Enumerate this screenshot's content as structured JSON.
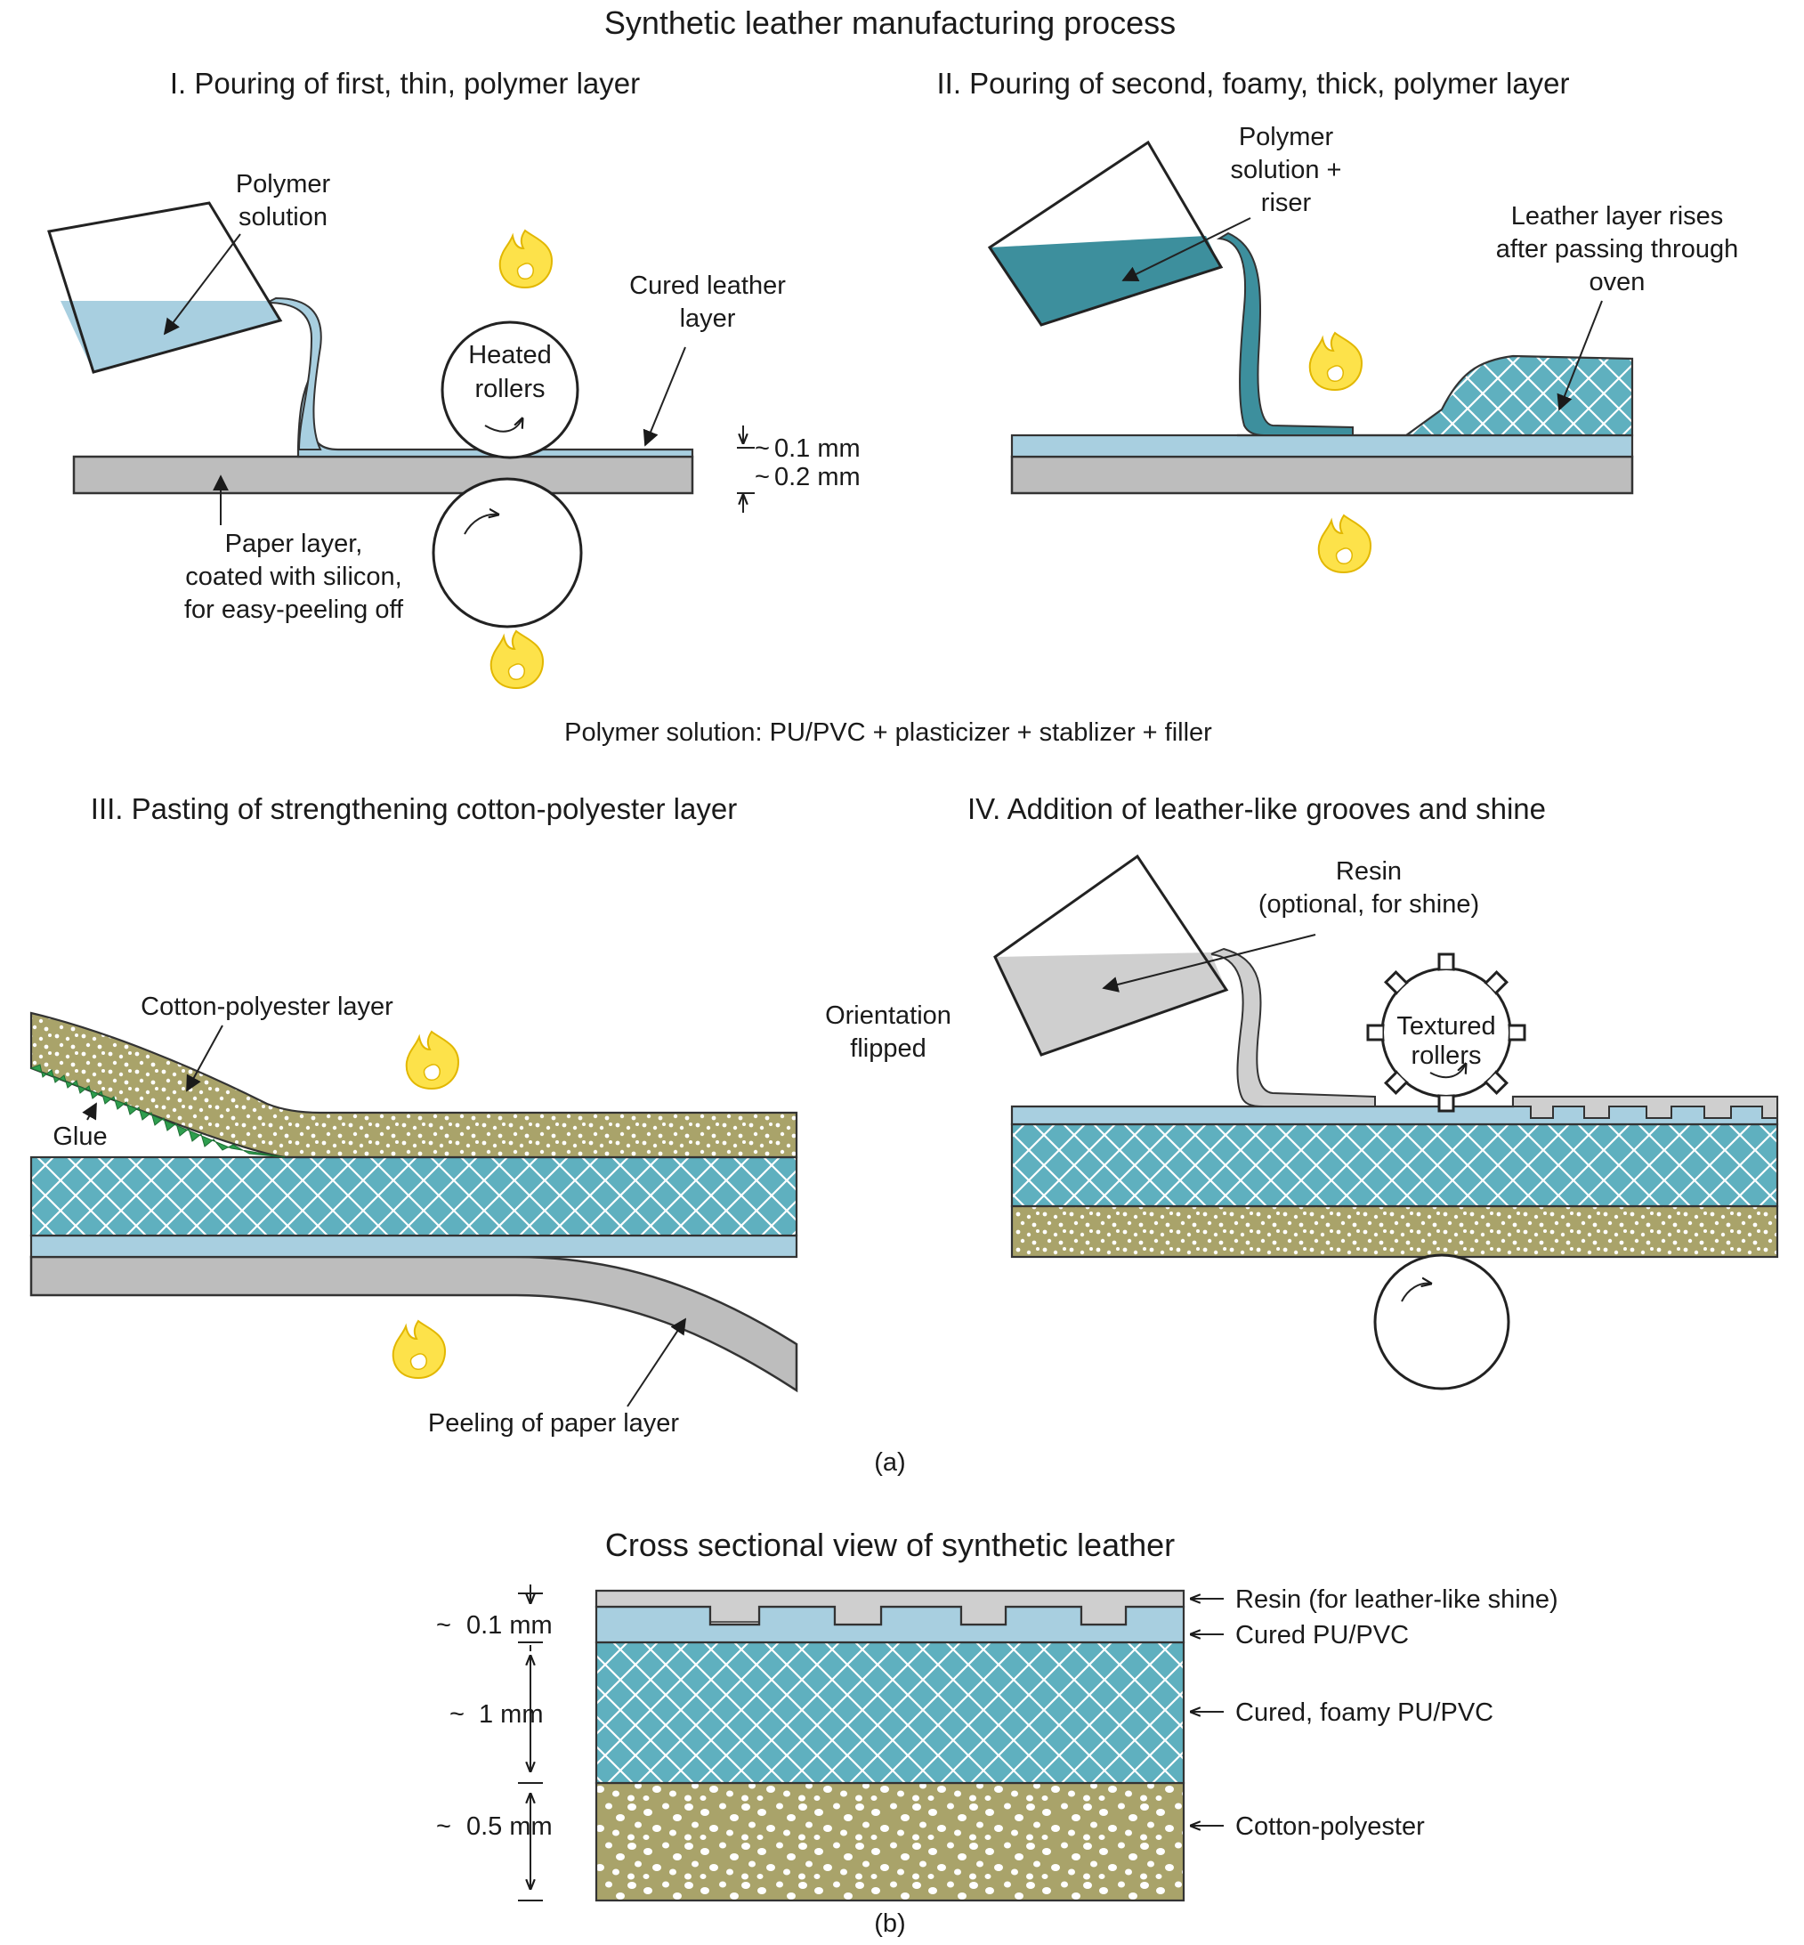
{
  "title": "Synthetic leather manufacturing process",
  "panels": {
    "p1": {
      "heading": "I. Pouring of first, thin, polymer layer",
      "polymer_solution": [
        "Polymer",
        "solution"
      ],
      "heated_rollers": [
        "Heated",
        "rollers"
      ],
      "cured_leather_layer": [
        "Cured leather",
        "layer"
      ],
      "dim_top": "0.1 mm",
      "dim_bottom": "0.2 mm",
      "paper_layer": [
        "Paper layer,",
        "coated with silicon,",
        "for easy-peeling off"
      ]
    },
    "p2": {
      "heading": "II. Pouring of second, foamy, thick, polymer layer",
      "polymer_solution_riser": [
        "Polymer",
        "solution +",
        "riser"
      ],
      "rises": [
        "Leather layer rises",
        "after passing through",
        "oven"
      ]
    },
    "polymer_note": "Polymer solution: PU/PVC + plasticizer + stablizer + filler",
    "p3": {
      "heading": "III. Pasting of strengthening cotton-polyester layer",
      "cotton_layer": "Cotton-polyester layer",
      "glue": "Glue",
      "peeling": "Peeling of paper layer"
    },
    "p4": {
      "heading": "IV. Addition of leather-like grooves and shine",
      "resin": [
        "Resin",
        "(optional, for shine)"
      ],
      "orientation": [
        "Orientation",
        "flipped"
      ],
      "textured_rollers": [
        "Textured",
        "rollers"
      ]
    },
    "caption_a": "(a)",
    "cross_section": {
      "title": "Cross sectional view of synthetic leather",
      "layers": [
        "Resin  (for leather-like shine)",
        "Cured PU/PVC",
        "Cured, foamy PU/PVC",
        "Cotton-polyester"
      ],
      "dims": [
        "0.1 mm",
        "1 mm",
        "0.5 mm"
      ]
    },
    "caption_b": "(b)"
  },
  "colors": {
    "polymer_blue": "#a8cfe0",
    "foam_teal": "#5fb0bf",
    "cotton_olive": "#a9a36a",
    "paper_grey": "#bdbdbd",
    "resin_grey": "#cfcfcf",
    "flame_yellow": "#fde24a",
    "glue_green": "#2e9e4e"
  },
  "icons": [
    "flame-icon",
    "roller-icon",
    "beaker-icon",
    "textured-roller-icon"
  ]
}
